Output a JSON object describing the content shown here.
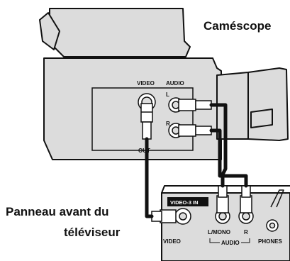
{
  "camcorder": {
    "title": "Caméscope",
    "video_label": "VIDEO",
    "audio_label": "AUDIO",
    "left_label": "L",
    "right_label": "R",
    "out_label": "OUT"
  },
  "tv_panel": {
    "caption_line1": "Panneau avant du",
    "caption_line2": "téléviseur",
    "input_badge": "VIDEO-3 IN",
    "video_label": "VIDEO",
    "lmono_label": "L/MONO",
    "r_label": "R",
    "audio_label": "AUDIO",
    "phones_label": "PHONES"
  },
  "colors": {
    "body": "#dcdcdc",
    "outline": "#111111",
    "cable": "#111111"
  }
}
